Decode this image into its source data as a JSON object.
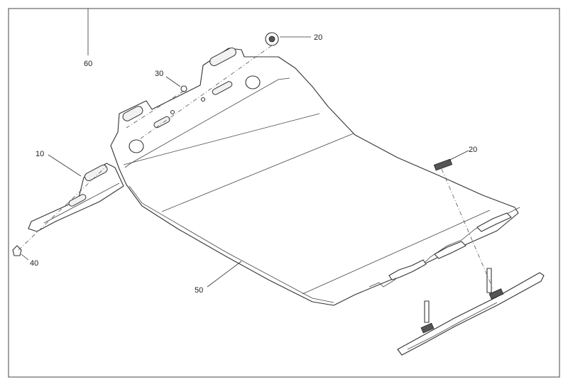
{
  "callouts": {
    "c60": "60",
    "c20a": "20",
    "c30": "30",
    "c10": "10",
    "c40": "40",
    "c50": "50",
    "c20b": "20"
  }
}
